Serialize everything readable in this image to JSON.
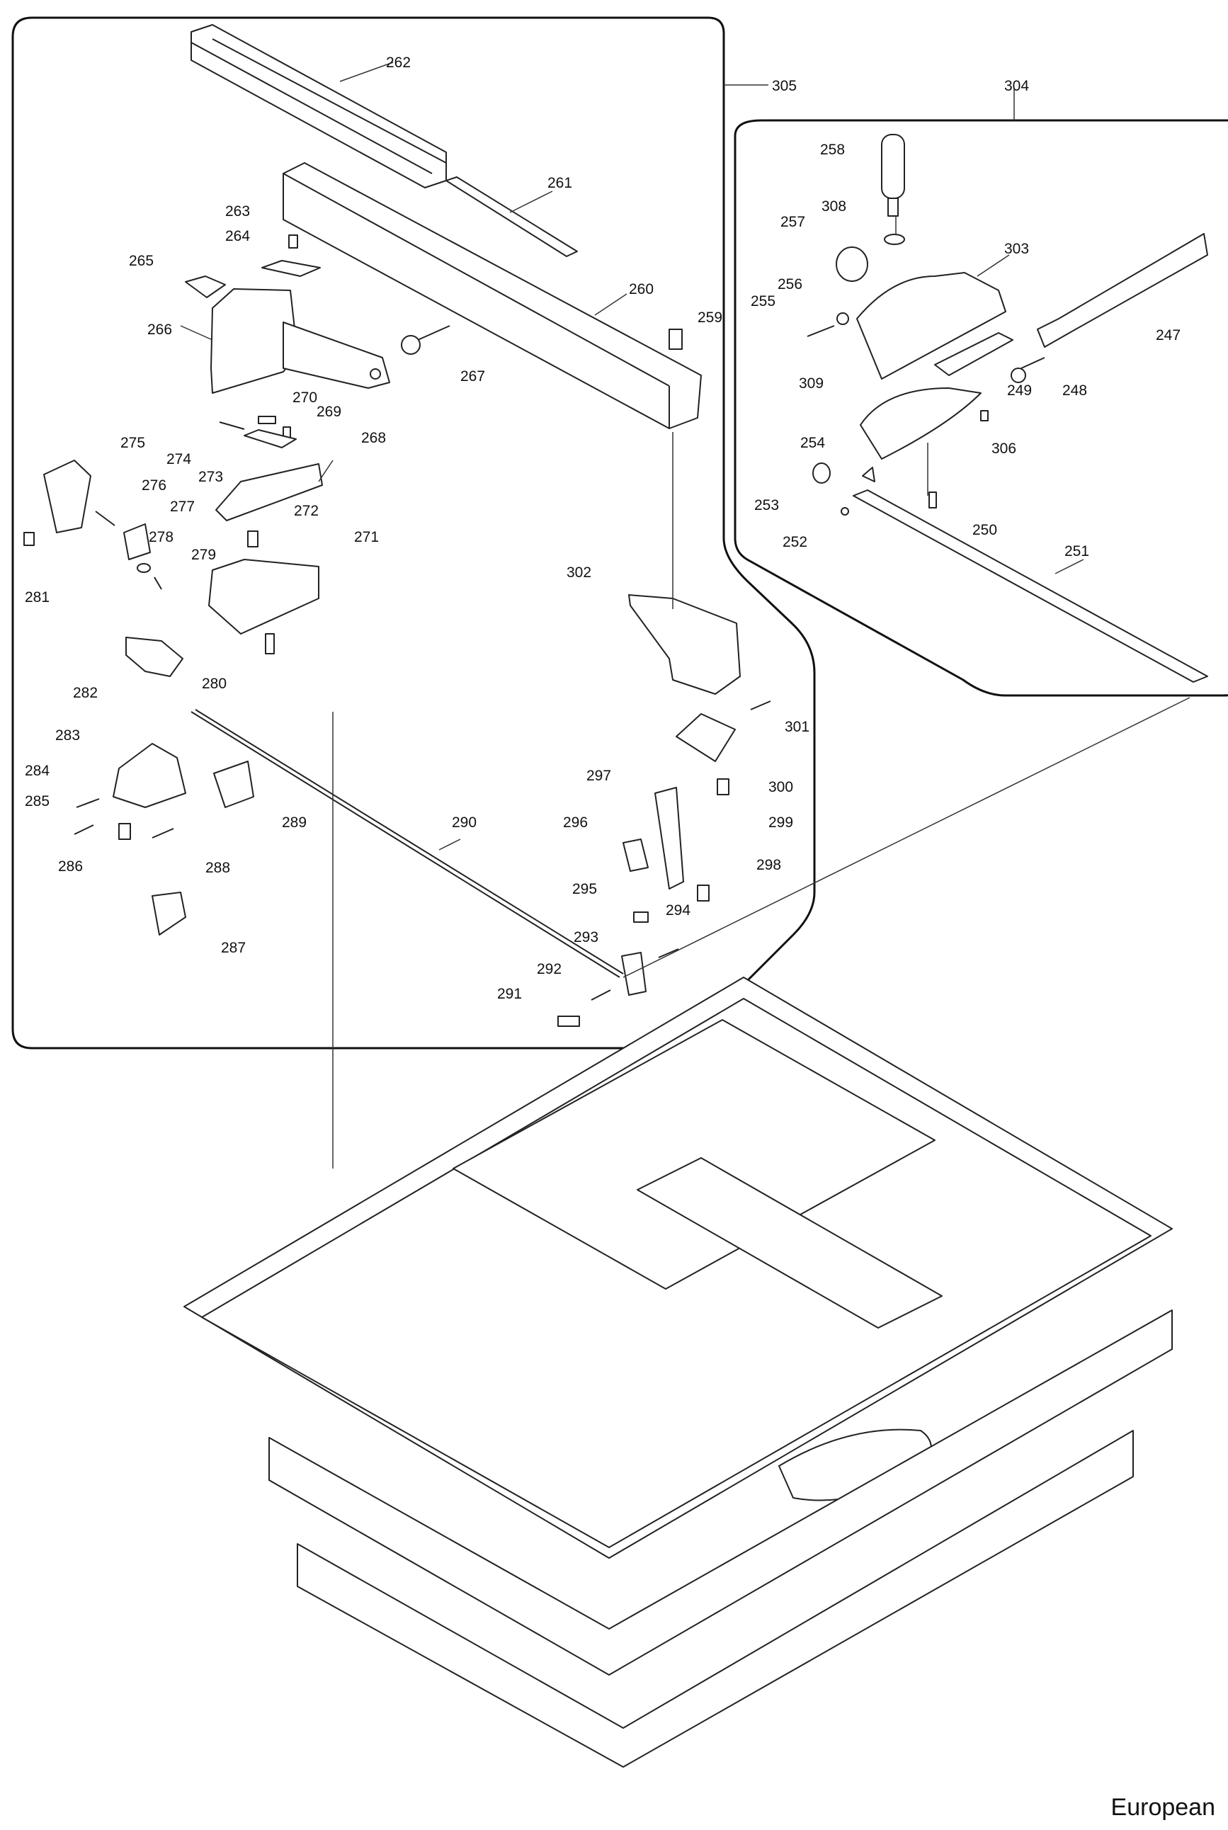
{
  "footer": {
    "region": "European"
  },
  "groups": {
    "fence_assembly": "305",
    "miter_gauge_assembly": "304"
  },
  "callouts": [
    "262",
    "261",
    "263",
    "264",
    "260",
    "265",
    "259",
    "266",
    "267",
    "270",
    "269",
    "274",
    "268",
    "275",
    "273",
    "276",
    "272",
    "277",
    "278",
    "279",
    "271",
    "281",
    "302",
    "280",
    "282",
    "301",
    "283",
    "284",
    "300",
    "297",
    "285",
    "289",
    "299",
    "290",
    "296",
    "286",
    "288",
    "298",
    "295",
    "294",
    "287",
    "293",
    "292",
    "291",
    "258",
    "308",
    "257",
    "303",
    "256",
    "255",
    "247",
    "249",
    "248",
    "309",
    "306",
    "254",
    "253",
    "250",
    "252",
    "251"
  ]
}
